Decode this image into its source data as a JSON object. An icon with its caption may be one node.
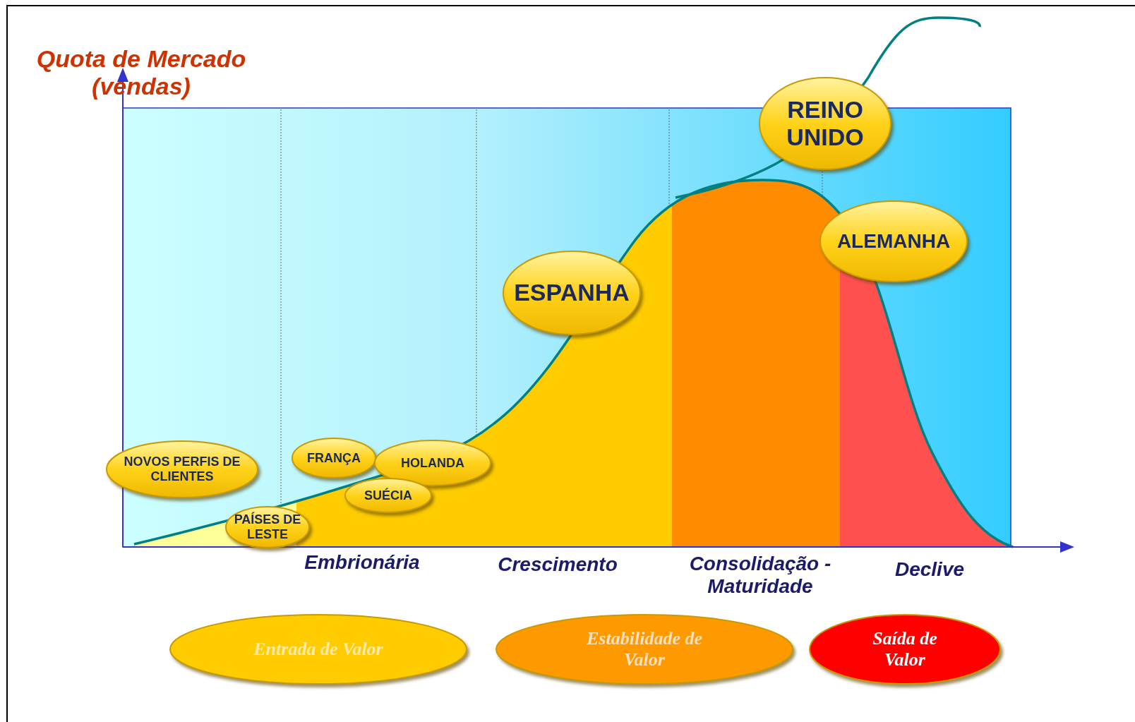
{
  "diagram": {
    "nodes": [
      {
        "text": [
          "NOVOS PERFIS DE CLIENTES"
        ]
      },
      {
        "text": [
          "PAÍSES DE LESTE"
        ]
      },
      {
        "text": [
          "FRANÇA"
        ]
      },
      {
        "text": [
          "HOLANDA"
        ]
      },
      {
        "text": [
          "SUÉCIA"
        ]
      },
      {
        "text": [
          "ESPANHA"
        ]
      },
      {
        "text": [
          "REINO UNIDO"
        ]
      },
      {
        "text": [
          "ALEMANHA"
        ]
      },
      {
        "text": [
          "Entrada de Valor"
        ]
      },
      {
        "text": [
          "Estabilidade de Valor"
        ]
      },
      {
        "text": [
          "Saída de Valor"
        ]
      }
    ],
    "labels": [
      "Quota de Mercado (vendas)",
      "Embrionária",
      "Crescimento",
      "Consolidação - Maturidade",
      "Declive"
    ]
  }
}
